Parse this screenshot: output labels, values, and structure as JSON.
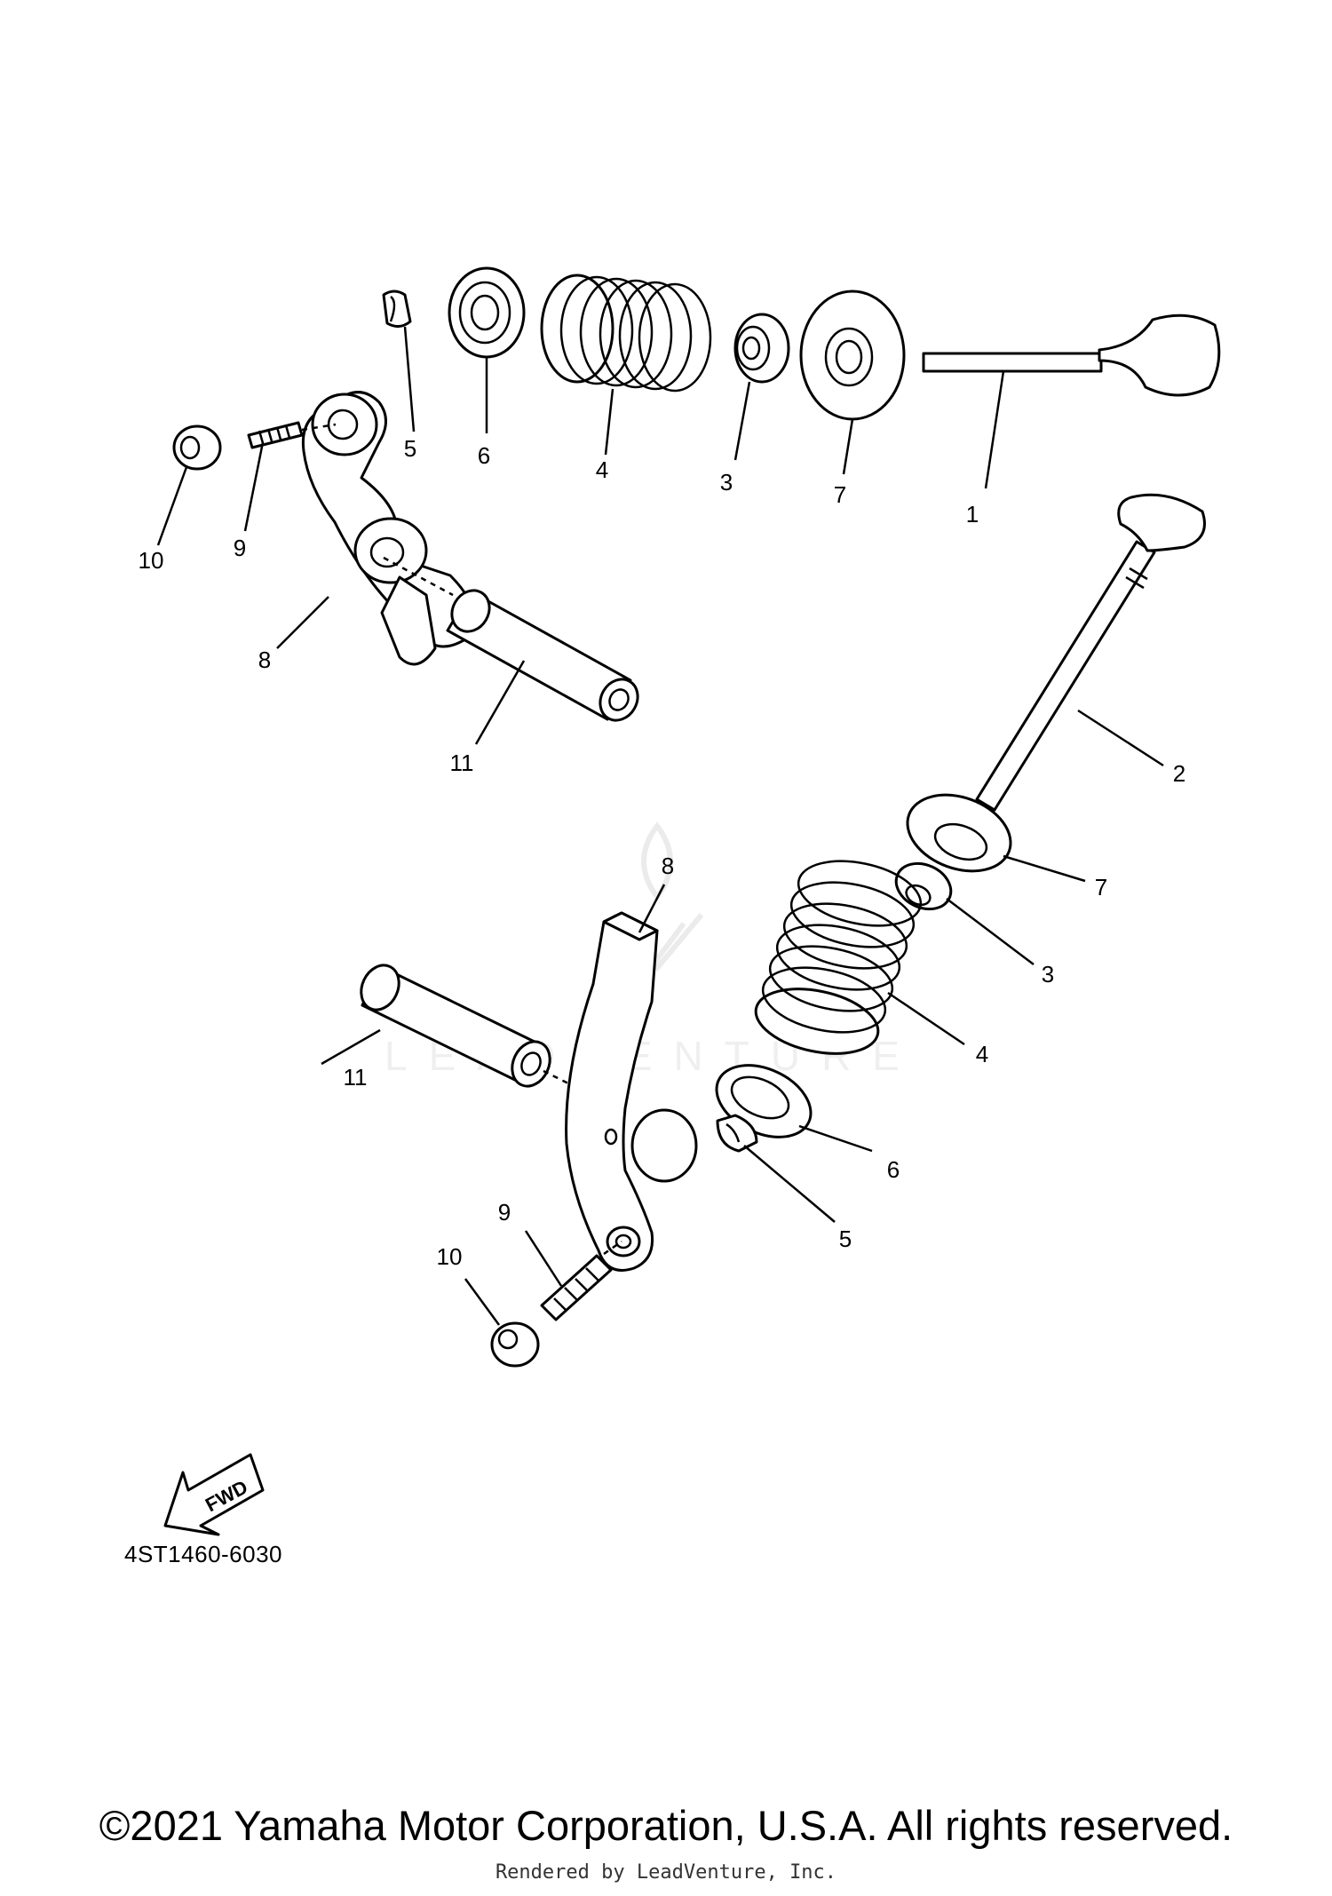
{
  "callouts": {
    "top_1": "1",
    "top_3": "3",
    "top_4": "4",
    "top_5": "5",
    "top_6": "6",
    "top_7": "7",
    "top_8": "8",
    "top_9": "9",
    "top_10": "10",
    "top_11": "11",
    "bot_2": "2",
    "bot_3": "3",
    "bot_4": "4",
    "bot_5": "5",
    "bot_6": "6",
    "bot_7": "7",
    "bot_8": "8",
    "bot_9": "9",
    "bot_10": "10",
    "bot_11": "11"
  },
  "fwd_arrow_label": "FWD",
  "drawing_code": "4ST1460-6030",
  "copyright": "©2021 Yamaha Motor Corporation, U.S.A. All rights reserved.",
  "rendered_by": "Rendered by LeadVenture, Inc.",
  "watermark_text": "LEADVENTURE"
}
